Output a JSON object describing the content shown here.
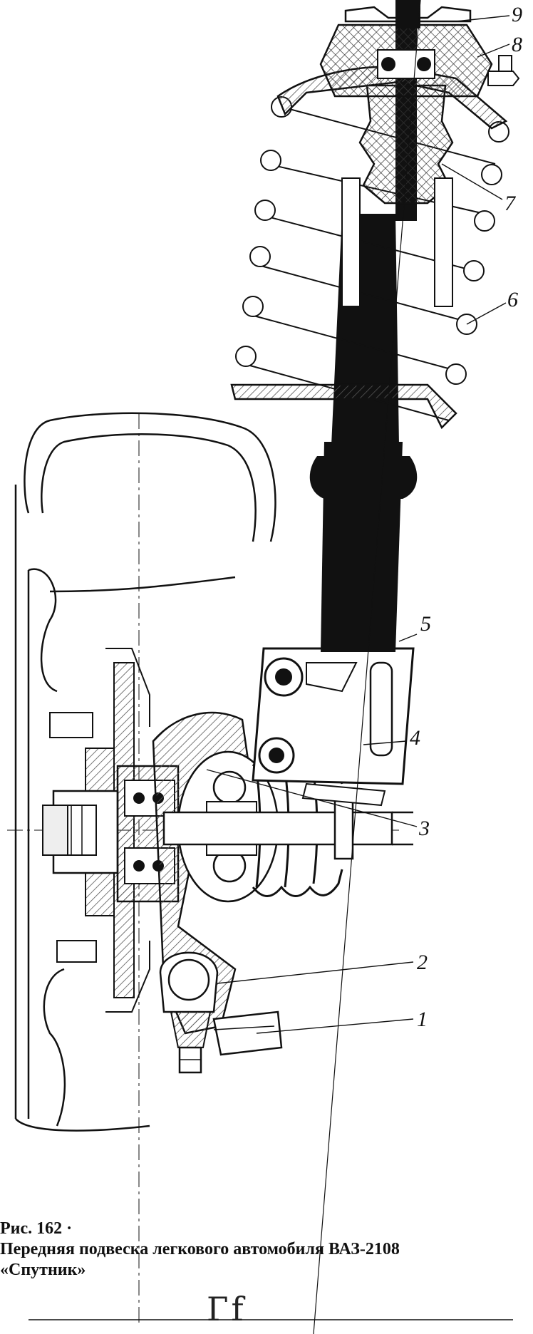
{
  "figure": {
    "number_label": "Рис. 162 ·",
    "caption_line1": "Передняя подвеска легкового автомобиля ВАЗ-2108",
    "caption_line2": "«Спутник»"
  },
  "callouts": [
    {
      "id": "9",
      "label": "9"
    },
    {
      "id": "8",
      "label": "8"
    },
    {
      "id": "7",
      "label": "7"
    },
    {
      "id": "6",
      "label": "6"
    },
    {
      "id": "5",
      "label": "5"
    },
    {
      "id": "4",
      "label": "4"
    },
    {
      "id": "3",
      "label": "3"
    },
    {
      "id": "2",
      "label": "2"
    },
    {
      "id": "1",
      "label": "1"
    }
  ],
  "handwritten_mark": "Гf",
  "colors": {
    "ink": "#111111",
    "paper": "#ffffff",
    "hatch": "#555555"
  }
}
